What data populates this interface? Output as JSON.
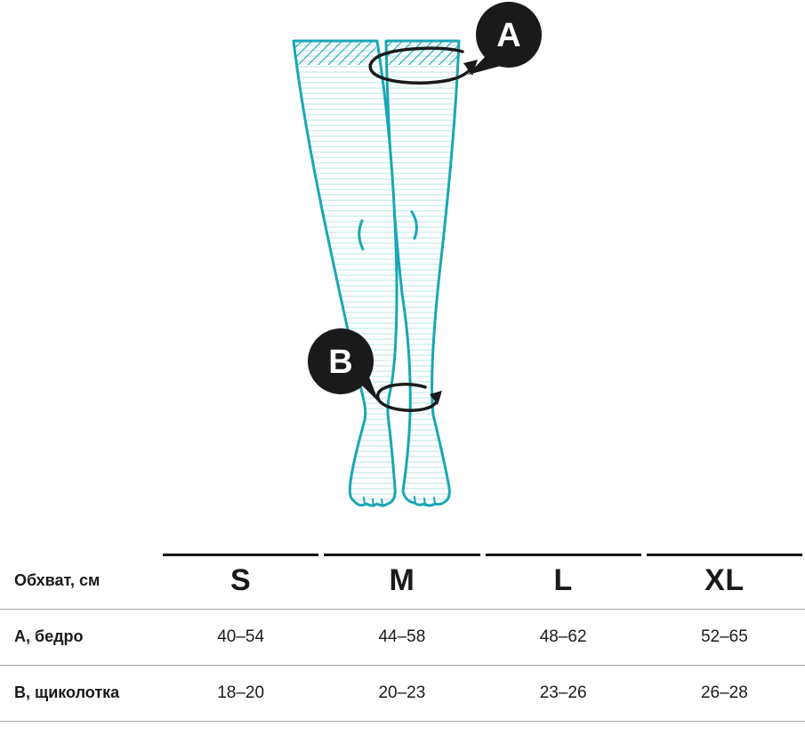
{
  "figure": {
    "marker_a": "A",
    "marker_b": "B",
    "colors": {
      "accent": "#18A7B7",
      "marker": "#1A1A1A"
    }
  },
  "table": {
    "corner_label": "Обхват, см",
    "sizes": [
      "S",
      "M",
      "L",
      "XL"
    ],
    "rows": [
      {
        "label": "А, бедро",
        "values": [
          "40–54",
          "44–58",
          "48–62",
          "52–65"
        ]
      },
      {
        "label": "В, щиколотка",
        "values": [
          "18–20",
          "20–23",
          "23–26",
          "26–28"
        ]
      }
    ]
  }
}
